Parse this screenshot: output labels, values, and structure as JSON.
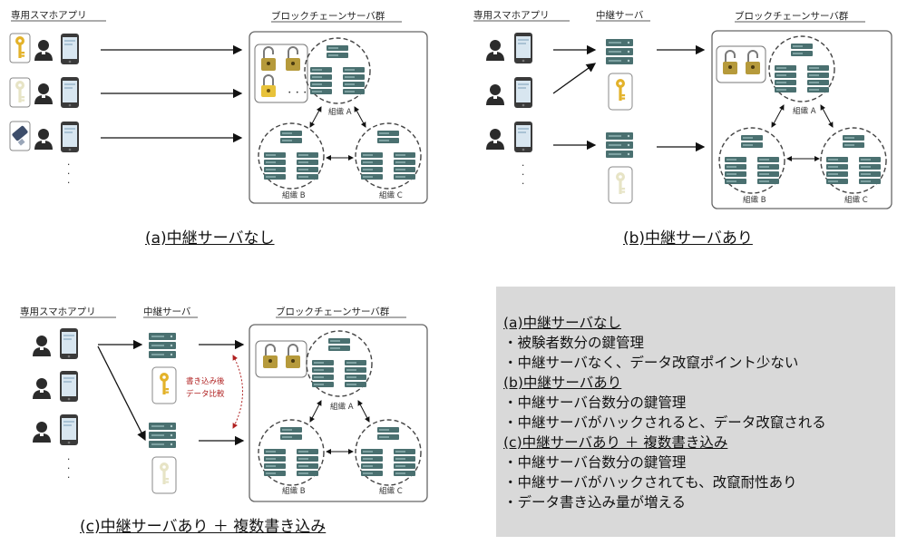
{
  "app_label": "専用スマホアプリ",
  "relay_label": "中継サーバ",
  "cluster_label": "ブロックチェーンサーバ群",
  "org_a": "組織 A",
  "org_b": "組織 B",
  "org_c": "組織 C",
  "ellipsis": "・・・",
  "compare_note_1": "書き込み後",
  "compare_note_2": "データ比較",
  "caption_a": "(a)中継サーバなし",
  "caption_b": "(b)中継サーバあり",
  "caption_c": "(c)中継サーバあり ＋ 複数書き込み",
  "summary": {
    "a_title": "(a)中継サーバなし",
    "a_1": "・被験者数分の鍵管理",
    "a_2": "・中継サーバなく、データ改竄ポイント少ない",
    "b_title": "(b)中継サーバあり",
    "b_1": "・中継サーバ台数分の鍵管理",
    "b_2": "・中継サーバがハックされると、データ改竄される",
    "c_title": "(c)中継サーバあり ＋ 複数書き込み",
    "c_1": "・中継サーバ台数分の鍵管理",
    "c_2": "・中継サーバがハックされても、改竄耐性あり",
    "c_3": "・データ書き込み量が増える"
  },
  "colors": {
    "server": "#4a7070",
    "key_gold": "#e3b22a",
    "key_pale": "#e7e4c6",
    "usb": "#3d4d6a",
    "phone": "#3a3a3a",
    "screen": "#d8e6f0",
    "note_red": "#b02020",
    "panel_bg": "#d9d9d9"
  }
}
